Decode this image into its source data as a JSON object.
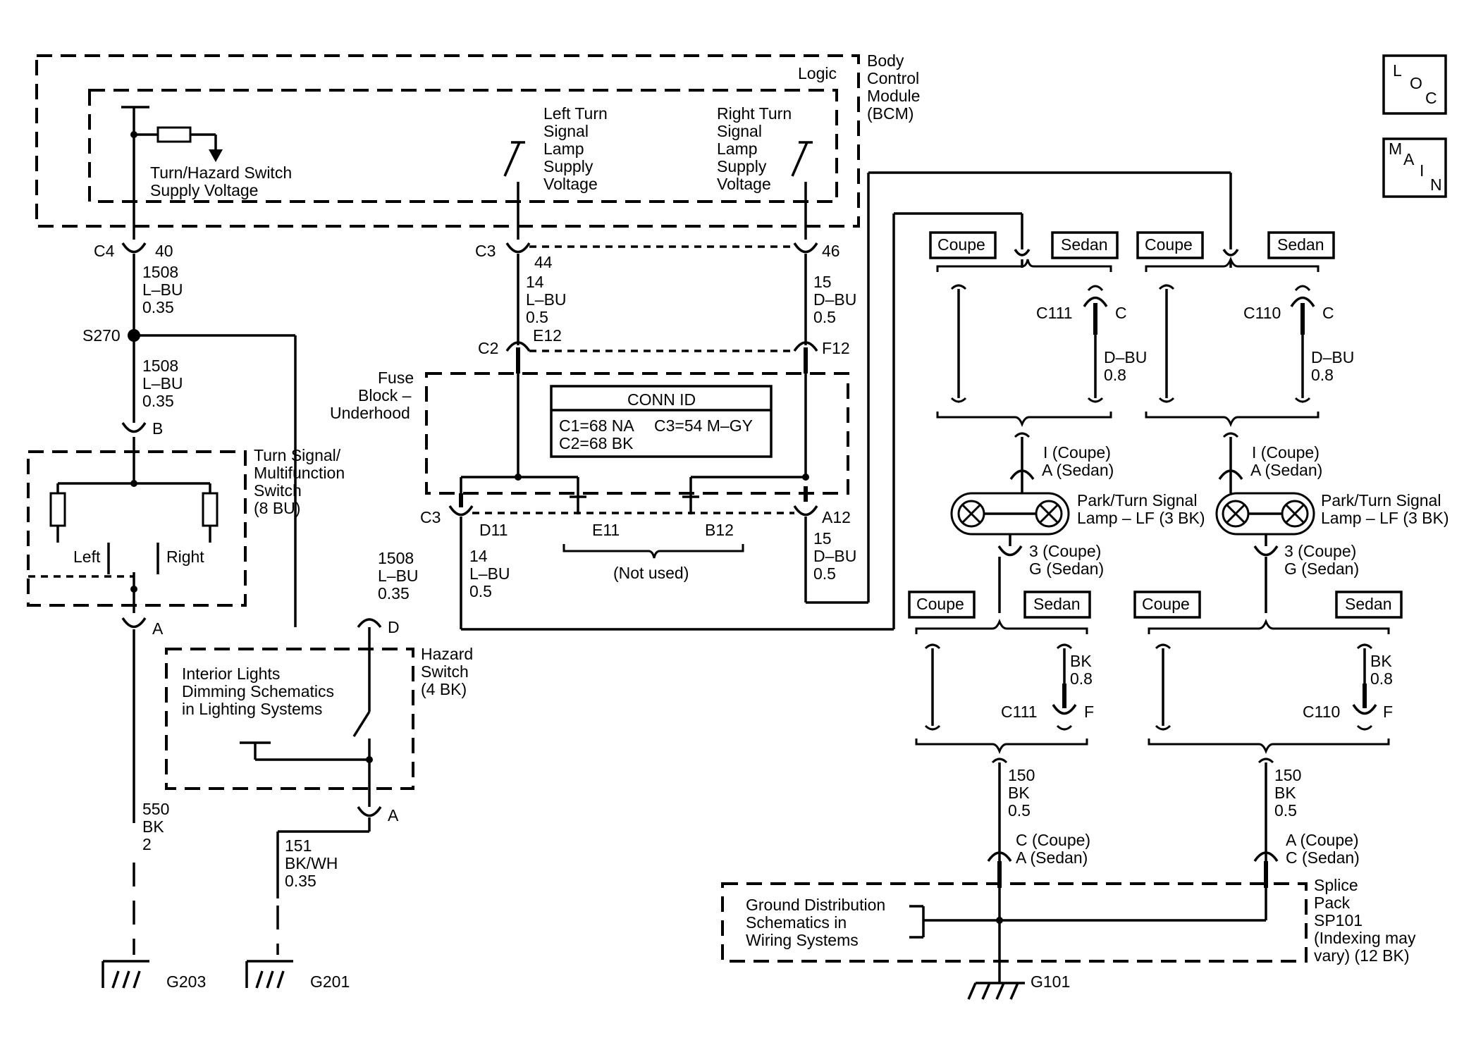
{
  "bcm": {
    "lines": [
      "Body",
      "Control",
      "Module",
      "(BCM)"
    ],
    "logic": "Logic"
  },
  "loc_box": [
    "L",
    "O",
    "C"
  ],
  "main_box": [
    "M",
    "A",
    "I",
    "N"
  ],
  "bcm_inputs": {
    "turn_hazard": [
      "Turn/Hazard Switch",
      "Supply Voltage"
    ],
    "left_supply": [
      "Left Turn",
      "Signal",
      "Lamp",
      "Supply",
      "Voltage"
    ],
    "right_supply": [
      "Right Turn",
      "Signal",
      "Lamp",
      "Supply",
      "Voltage"
    ]
  },
  "connectors": {
    "c4": "C4",
    "c4_pin": "40",
    "c3_top": "C3",
    "c3_top_l": "44",
    "c3_top_r": "46",
    "c2": "C2",
    "c2_l": "E12",
    "c2_r": "F12",
    "c3_bot": "C3",
    "c3_bot_l": "D11",
    "c3_bot_m1": "E11",
    "c3_bot_m2": "B12",
    "c3_bot_r": "A12",
    "not_used": "(Not used)",
    "b": "B",
    "a": "A",
    "d": "D",
    "a2": "A"
  },
  "wires": {
    "w1": [
      "1508",
      "L–BU",
      "0.35"
    ],
    "w2": [
      "1508",
      "L–BU",
      "0.35"
    ],
    "w3": [
      "1508",
      "L–BU",
      "0.35"
    ],
    "w_left_top": [
      "14",
      "L–BU",
      "0.5"
    ],
    "w_right_top": [
      "15",
      "D–BU",
      "0.5"
    ],
    "w_left_bot": [
      "14",
      "L–BU",
      "0.5"
    ],
    "w_right_bot": [
      "15",
      "D–BU",
      "0.5"
    ],
    "w550": [
      "550",
      "BK",
      "2"
    ],
    "w151": [
      "151",
      "BK/WH",
      "0.35"
    ],
    "w_dbu1": [
      "D–BU",
      "0.8"
    ],
    "w_dbu2": [
      "D–BU",
      "0.8"
    ],
    "w_bk1": [
      "BK",
      "0.8"
    ],
    "w_bk2": [
      "BK",
      "0.8"
    ],
    "w150a": [
      "150",
      "BK",
      "0.5"
    ],
    "w150b": [
      "150",
      "BK",
      "0.5"
    ]
  },
  "splice": "S270",
  "turn_switch": {
    "label": [
      "Turn Signal/",
      "Multifunction",
      "Switch",
      "(8 BU)"
    ],
    "left": "Left",
    "right": "Right"
  },
  "hazard_switch": {
    "label": [
      "Hazard",
      "Switch",
      "(4 BK)"
    ],
    "note": [
      "Interior Lights",
      "Dimming Schematics",
      "in Lighting Systems"
    ]
  },
  "fuse_block": {
    "label": [
      "Fuse",
      "Block –",
      "Underhood"
    ]
  },
  "conn_id": {
    "title": "CONN ID",
    "c1": "C1=68 NA",
    "c3": "C3=54 M–GY",
    "c2": "C2=68 BK"
  },
  "variants": {
    "coupe": "Coupe",
    "sedan": "Sedan"
  },
  "lamps": {
    "left_label": [
      "Park/Turn Signal",
      "Lamp – LF (3 BK)"
    ],
    "right_label": [
      "Park/Turn Signal",
      "Lamp – LF (3 BK)"
    ],
    "pin_top": [
      "I (Coupe)",
      "A (Sedan)"
    ],
    "pin_bot": [
      "3 (Coupe)",
      "G (Sedan)"
    ]
  },
  "c111": "C111",
  "c110": "C110",
  "pin_c": "C",
  "pin_f": "F",
  "splice_pack": {
    "label": [
      "Splice",
      "Pack",
      "SP101",
      "(Indexing may",
      "vary) (12 BK)"
    ],
    "note": [
      "Ground Distribution",
      "Schematics in",
      "Wiring Systems"
    ],
    "pin_left": [
      "C (Coupe)",
      "A (Sedan)"
    ],
    "pin_right": [
      "A (Coupe)",
      "C (Sedan)"
    ]
  },
  "grounds": {
    "g203": "G203",
    "g201": "G201",
    "g101": "G101"
  }
}
